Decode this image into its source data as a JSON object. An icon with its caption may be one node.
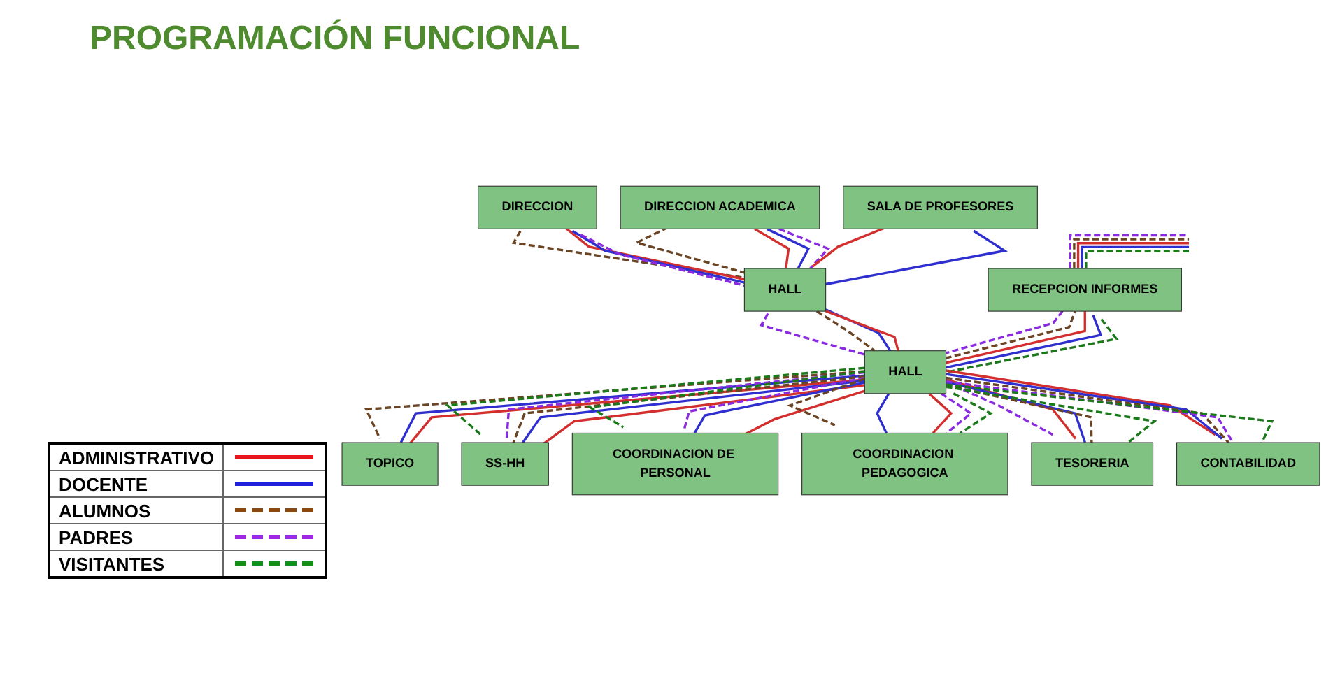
{
  "diagram": {
    "title": "PROGRAMACIÓN FUNCIONAL",
    "nodes": [
      {
        "text": [
          "DIRECCION"
        ]
      },
      {
        "text": [
          "RECEPCION INFORMES"
        ]
      },
      {
        "text": [
          "DIRECCION ACADEMICA"
        ]
      },
      {
        "text": [
          "SALA DE PROFESORES"
        ]
      },
      {
        "text": [
          "HALL"
        ]
      },
      {
        "text": [
          "HALL"
        ]
      },
      {
        "text": [
          "TOPICO"
        ]
      },
      {
        "text": [
          "SS-HH"
        ]
      },
      {
        "text": [
          "COORDINACION DE PERSONAL"
        ]
      },
      {
        "text": [
          "COORDINACION PEDAGOGICA"
        ]
      },
      {
        "text": [
          "TESORERIA"
        ]
      },
      {
        "text": [
          "CONTABILIDAD"
        ]
      }
    ],
    "edges": [
      {
        "from": 0,
        "to": 4,
        "arrow": "none",
        "style": "dashed",
        "color": "#6b4423"
      },
      {
        "from": 0,
        "to": 4,
        "arrow": "none",
        "color": "#d32f2f"
      },
      {
        "from": 0,
        "to": 4,
        "arrow": "none",
        "color": "#2f2fd0"
      },
      {
        "from": 0,
        "to": 4,
        "arrow": "none",
        "style": "dashed",
        "color": "#8a2be2"
      },
      {
        "from": 2,
        "to": 4,
        "arrow": "none",
        "style": "dashed",
        "color": "#6b4423"
      },
      {
        "from": 2,
        "to": 4,
        "arrow": "none",
        "color": "#d32f2f"
      },
      {
        "from": 2,
        "to": 4,
        "arrow": "none",
        "color": "#2f2fd0"
      },
      {
        "from": 2,
        "to": 4,
        "arrow": "none",
        "style": "dashed",
        "color": "#8a2be2"
      },
      {
        "from": 3,
        "to": 4,
        "arrow": "none",
        "color": "#d32f2f"
      },
      {
        "from": 3,
        "to": 4,
        "arrow": "none",
        "color": "#2f2fd0"
      },
      {
        "from": 4,
        "to": 5,
        "arrow": "none",
        "style": "dashed",
        "color": "#8a2be2"
      },
      {
        "from": 4,
        "to": 5,
        "arrow": "none",
        "style": "dashed",
        "color": "#6b4423"
      },
      {
        "from": 4,
        "to": 5,
        "arrow": "none",
        "color": "#2f2fd0"
      },
      {
        "from": 4,
        "to": 5,
        "arrow": "none",
        "color": "#d32f2f"
      },
      {
        "from": 1,
        "to": null,
        "arrow": "none",
        "style": "dashed",
        "color": "#8a2be2"
      },
      {
        "from": 1,
        "to": null,
        "arrow": "none",
        "style": "dashed",
        "color": "#6b4423"
      },
      {
        "from": 1,
        "to": null,
        "arrow": "none",
        "color": "#d32f2f"
      },
      {
        "from": 1,
        "to": null,
        "arrow": "none",
        "color": "#2f2fd0"
      },
      {
        "from": 1,
        "to": null,
        "arrow": "none",
        "style": "dashed",
        "color": "#1a7a1a"
      },
      {
        "from": 1,
        "to": 5,
        "arrow": "none",
        "style": "dashed",
        "color": "#8a2be2"
      },
      {
        "from": 1,
        "to": 5,
        "arrow": "none",
        "style": "dashed",
        "color": "#6b4423"
      },
      {
        "from": 1,
        "to": 5,
        "arrow": "none",
        "color": "#d32f2f"
      },
      {
        "from": 1,
        "to": 5,
        "arrow": "none",
        "color": "#2f2fd0"
      },
      {
        "from": 1,
        "to": 5,
        "arrow": "none",
        "style": "dashed",
        "color": "#1a7a1a"
      },
      {
        "from": 5,
        "to": 6,
        "arrow": "none",
        "style": "dashed",
        "color": "#6b4423"
      },
      {
        "from": 5,
        "to": 6,
        "arrow": "none",
        "color": "#2f2fd0"
      },
      {
        "from": 5,
        "to": 6,
        "arrow": "none",
        "color": "#d32f2f"
      },
      {
        "from": 5,
        "to": 7,
        "arrow": "none",
        "style": "dashed",
        "color": "#1a7a1a"
      },
      {
        "from": 5,
        "to": 7,
        "arrow": "none",
        "style": "dashed",
        "color": "#8a2be2"
      },
      {
        "from": 5,
        "to": 7,
        "arrow": "none",
        "style": "dashed",
        "color": "#6b4423"
      },
      {
        "from": 5,
        "to": 7,
        "arrow": "none",
        "color": "#2f2fd0"
      },
      {
        "from": 5,
        "to": 7,
        "arrow": "none",
        "color": "#d32f2f"
      },
      {
        "from": 5,
        "to": 8,
        "arrow": "none",
        "style": "dashed",
        "color": "#1a7a1a"
      },
      {
        "from": 5,
        "to": 8,
        "arrow": "none",
        "style": "dashed",
        "color": "#8a2be2"
      },
      {
        "from": 5,
        "to": 8,
        "arrow": "none",
        "color": "#2f2fd0"
      },
      {
        "from": 5,
        "to": 8,
        "arrow": "none",
        "color": "#d32f2f"
      },
      {
        "from": 5,
        "to": 9,
        "arrow": "none",
        "style": "dashed",
        "color": "#6b4423"
      },
      {
        "from": 5,
        "to": 9,
        "arrow": "none",
        "color": "#2f2fd0"
      },
      {
        "from": 5,
        "to": 9,
        "arrow": "none",
        "color": "#d32f2f"
      },
      {
        "from": 5,
        "to": 9,
        "arrow": "none",
        "style": "dashed",
        "color": "#8a2be2"
      },
      {
        "from": 5,
        "to": 9,
        "arrow": "none",
        "style": "dashed",
        "color": "#1a7a1a"
      },
      {
        "from": 5,
        "to": 10,
        "arrow": "none",
        "style": "dashed",
        "color": "#8a2be2"
      },
      {
        "from": 5,
        "to": 10,
        "arrow": "none",
        "color": "#d32f2f"
      },
      {
        "from": 5,
        "to": 10,
        "arrow": "none",
        "color": "#2f2fd0"
      },
      {
        "from": 5,
        "to": 10,
        "arrow": "none",
        "style": "dashed",
        "color": "#6b4423"
      },
      {
        "from": 5,
        "to": 10,
        "arrow": "none",
        "style": "dashed",
        "color": "#1a7a1a"
      },
      {
        "from": 5,
        "to": 11,
        "arrow": "none",
        "color": "#d32f2f"
      },
      {
        "from": 5,
        "to": 11,
        "arrow": "none",
        "color": "#2f2fd0"
      },
      {
        "from": 5,
        "to": 11,
        "arrow": "none",
        "style": "dashed",
        "color": "#6b4423"
      },
      {
        "from": 5,
        "to": 11,
        "arrow": "none",
        "style": "dashed",
        "color": "#8a2be2"
      },
      {
        "from": 5,
        "to": 11,
        "arrow": "none",
        "style": "dashed",
        "color": "#1a7a1a"
      }
    ],
    "legend": [
      {
        "text": "ADMINISTRATIVO"
      },
      {
        "text": "DOCENTE"
      },
      {
        "text": "ALUMNOS"
      },
      {
        "text": "PADRES"
      },
      {
        "text": "VISITANTES"
      }
    ]
  }
}
